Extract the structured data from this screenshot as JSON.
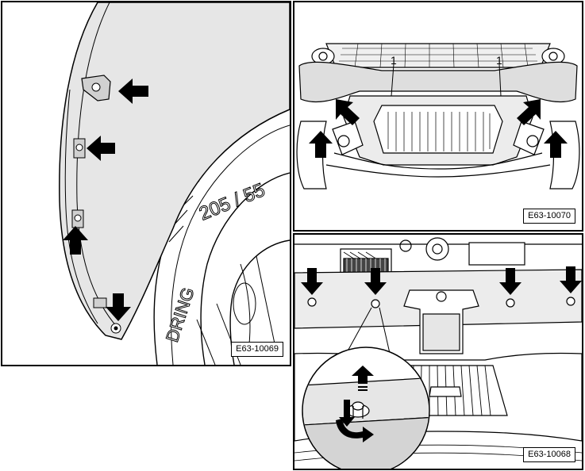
{
  "figures": [
    {
      "code": "E63-10069",
      "tire_marking": "205 / 55",
      "tire_brand_partial": "DRING"
    },
    {
      "code": "E63-10070",
      "callouts": [
        "1",
        "1"
      ]
    },
    {
      "code": "E63-10068"
    }
  ],
  "colors": {
    "line": "#000000",
    "fill": "#ffffff",
    "shade": "#e6e6e6",
    "arrow": "#000000"
  }
}
